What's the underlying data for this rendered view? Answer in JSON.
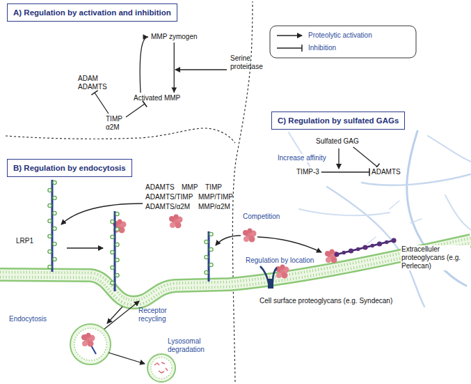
{
  "diagram": {
    "nodes": [
      {
        "text": [
          "A) Regulation by activation and inhibition"
        ]
      },
      {
        "text": [
          "MMP zymogen"
        ]
      },
      {
        "text": [
          "Activated MMP"
        ]
      },
      {
        "text": [
          "ADAM ADAMTS"
        ]
      },
      {
        "text": [
          "TIMP α2M"
        ]
      },
      {
        "text": [
          "B) Regulation by endocytosis"
        ]
      },
      {
        "text": [
          "C) Regulation by sulfated GAGs"
        ]
      },
      {
        "text": [
          "Sulfated GAG"
        ]
      },
      {
        "text": [
          "TIMP-3"
        ]
      },
      {
        "text": [
          "ADAMTS"
        ]
      }
    ],
    "edges": [
      {
        "from": 1,
        "to": 2,
        "arrow": "to"
      },
      {
        "from": 2,
        "to": 1,
        "arrow": "to"
      },
      {
        "from": 4,
        "to": 2,
        "arrow": "to"
      },
      {
        "from": 4,
        "to": 3,
        "arrow": "to"
      },
      {
        "from": 7,
        "to": 9,
        "arrow": "to"
      },
      {
        "from": 8,
        "to": 9,
        "arrow": "to"
      }
    ],
    "labels": [
      "Serine proteinase",
      "Increase affinity",
      "ADAMTS",
      "MMP",
      "TIMP",
      "ADAMTS/TIMP",
      "MMP/TIMP",
      "ADAMTS/α2M",
      "MMP/α2M",
      "LRP1",
      "Endocytosis",
      "Receptor recycling",
      "Lysosomal degradation",
      "Competition",
      "Regulation by location",
      "Extracelluler proteoglycans (e.g. Perlecan)",
      "Cell surface proteoglycans (e.g. Syndecan)"
    ],
    "legend": [
      {
        "text": "Proteolytic activation"
      },
      {
        "text": "Inhibition"
      }
    ]
  }
}
